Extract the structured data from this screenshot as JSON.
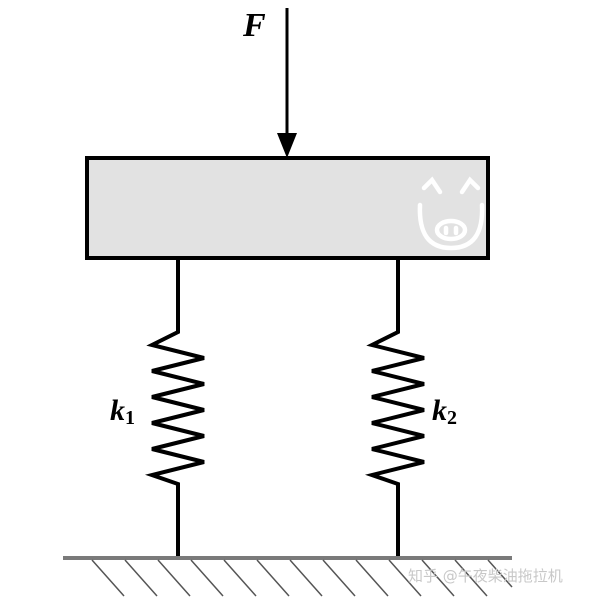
{
  "force": {
    "label": "F"
  },
  "springs": [
    {
      "label": "k",
      "subscript": "1"
    },
    {
      "label": "k",
      "subscript": "2"
    }
  ],
  "watermark": {
    "text": "知乎 @午夜柴油拖拉机",
    "icon": "pig-face-icon"
  },
  "colors": {
    "stroke": "#000000",
    "block_fill": "#e2e2e2",
    "ground_line": "#7a7a7a",
    "hatch": "#555555",
    "watermark": "#d8d8d8"
  }
}
